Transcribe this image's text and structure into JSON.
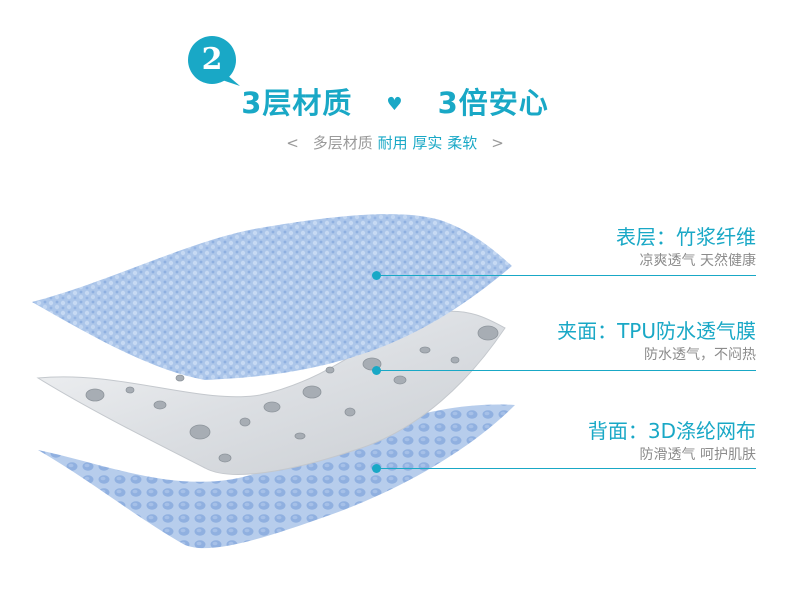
{
  "header": {
    "badge_number": "2",
    "title_left": "3层材质",
    "title_right": "3倍安心",
    "subtitle_left_arrow": "<",
    "subtitle_plain": "多层材质",
    "subtitle_highlights": [
      "耐用",
      "厚实",
      "柔软"
    ],
    "subtitle_right_arrow": ">"
  },
  "layers": [
    {
      "title": "表层：竹浆纤维",
      "desc": "凉爽透气 天然健康"
    },
    {
      "title": "夹面：TPU防水透气膜",
      "desc": "防水透气，不闷热"
    },
    {
      "title": "背面：3D涤纶网布",
      "desc": "防滑透气 呵护肌肤"
    }
  ],
  "colors": {
    "accent": "#19a8c6",
    "top_layer": "#a9c4ea",
    "middle_layer": "#dfe1e4",
    "bottom_layer": "#b3cae9"
  },
  "icons": [
    "speech-bubble-badge-icon",
    "heart-icon",
    "water-drop-icon"
  ]
}
